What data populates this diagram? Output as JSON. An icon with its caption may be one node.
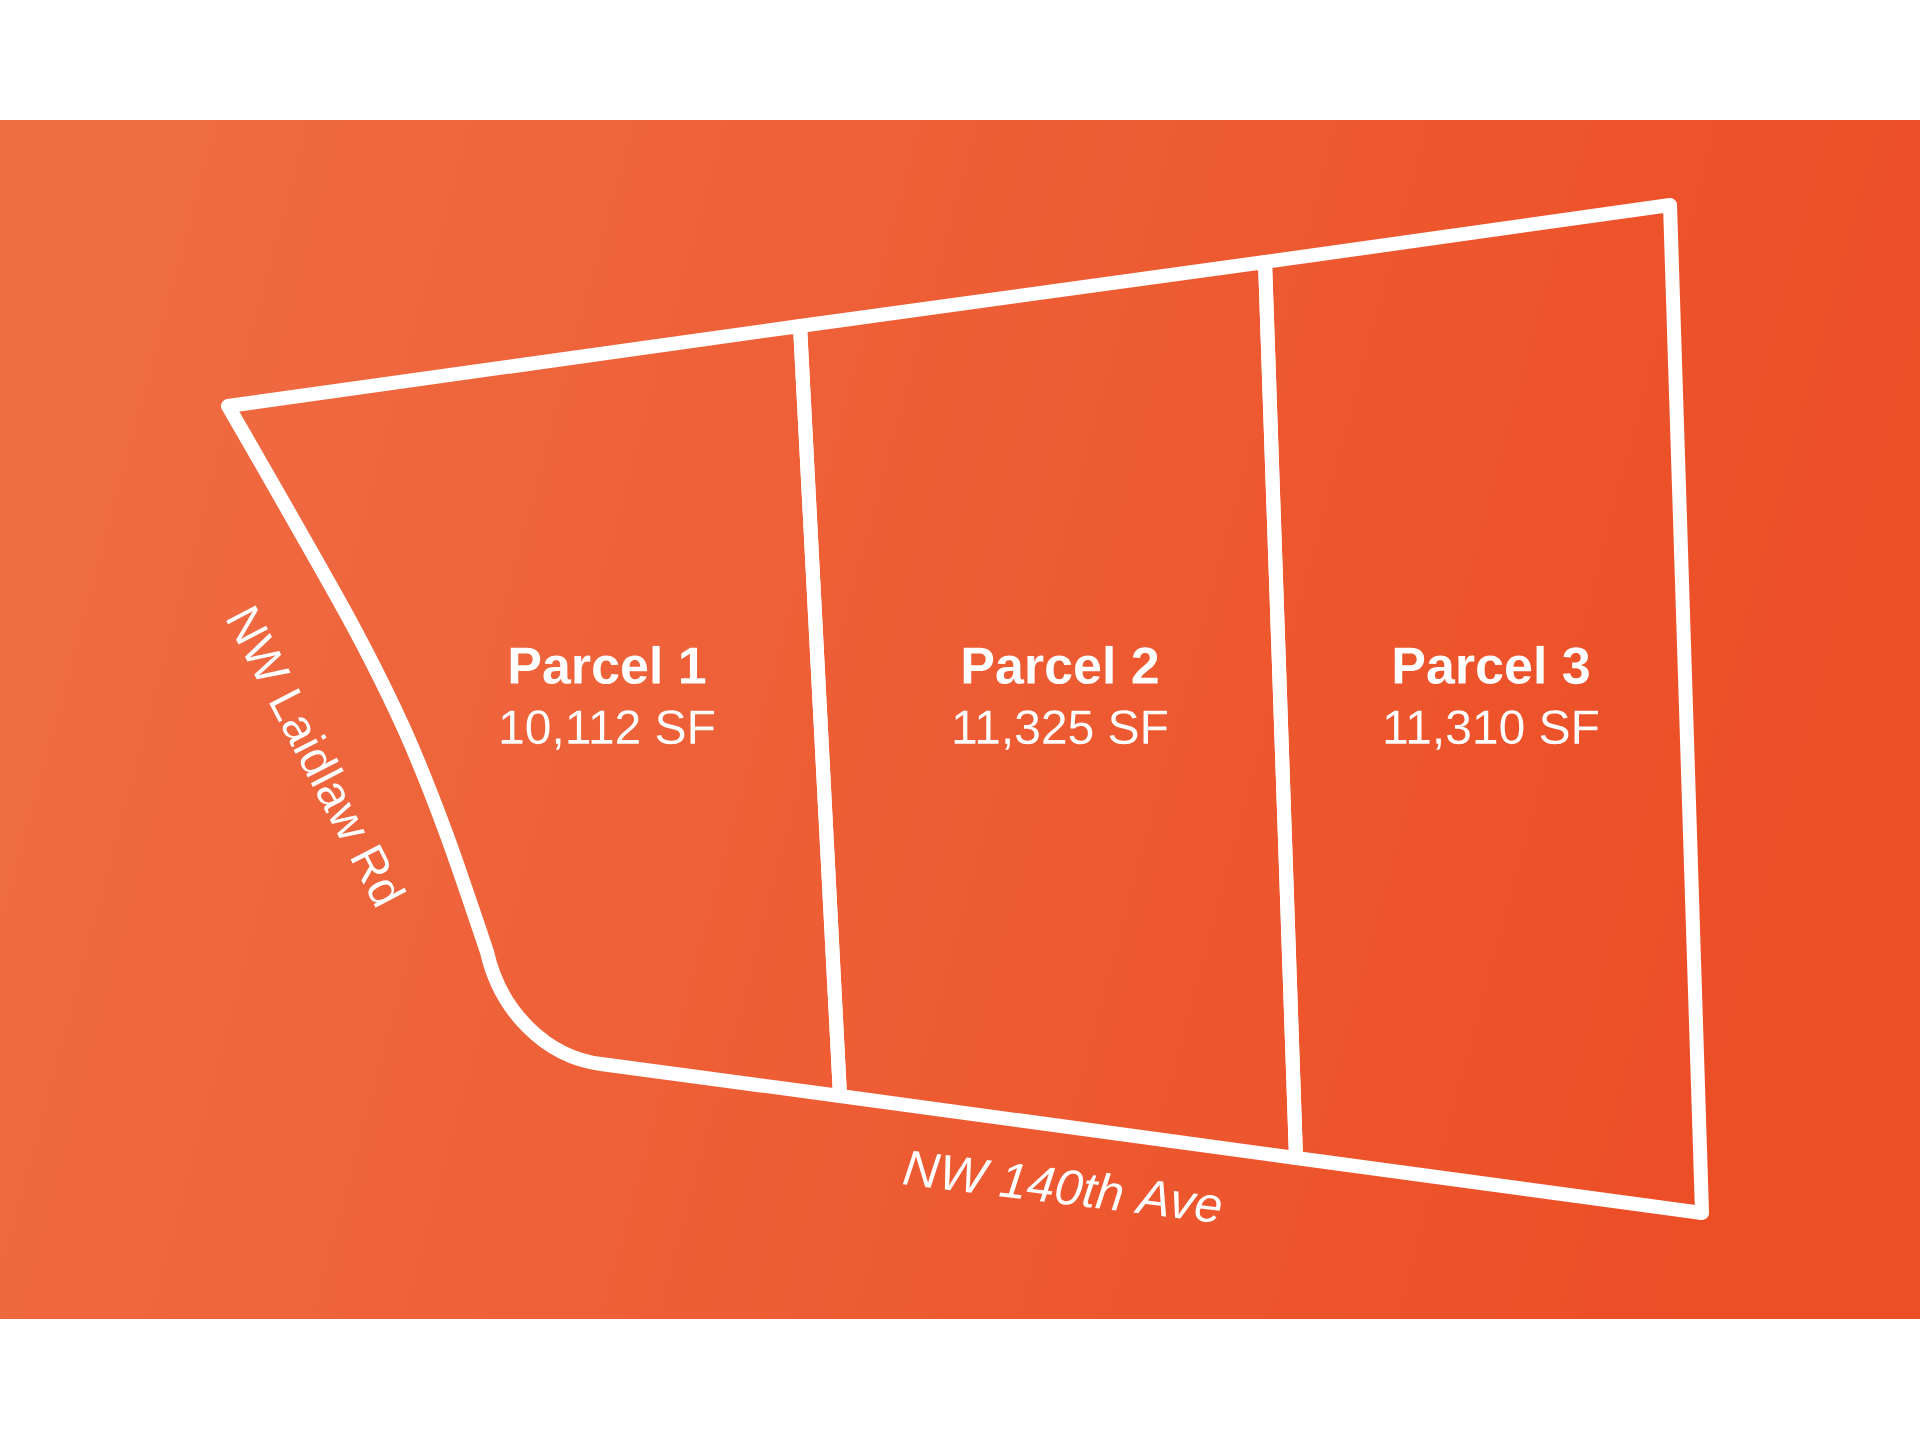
{
  "diagram": {
    "nodes": [
      {
        "text": [
          "Parcel 1",
          "10,112 SF"
        ]
      },
      {
        "text": [
          "Parcel 2",
          "11,325 SF"
        ]
      },
      {
        "text": [
          "Parcel 3",
          "11,310 SF"
        ]
      }
    ],
    "labels": [
      "NW Laidlaw Rd",
      "NW 140th Ave"
    ]
  }
}
